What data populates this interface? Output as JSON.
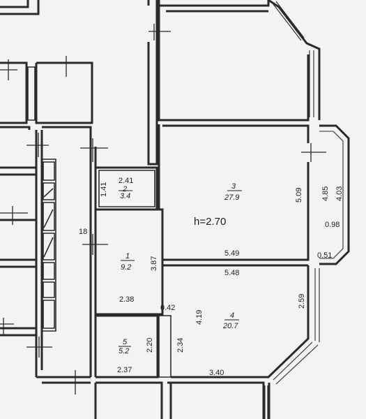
{
  "plan": {
    "ceiling_height": "h=2.70",
    "rooms": [
      {
        "number": "3",
        "area": "27.9"
      },
      {
        "number": "1",
        "area": "9.2"
      },
      {
        "number": "4",
        "area": "20.7"
      },
      {
        "number": "5",
        "area": "5.2"
      },
      {
        "number": "2",
        "area": "3.4"
      }
    ],
    "dimensions": {
      "d_2_41": "2.41",
      "d_1_41": "1.41",
      "d_18": "18",
      "d_5_09": "5.09",
      "d_4_85": "4.85",
      "d_4_03": "4.03",
      "d_0_98": "0.98",
      "d_5_49": "5.49",
      "d_0_51": "0.51",
      "d_5_48": "5.48",
      "d_3_87": "3.87",
      "d_2_38": "2.38",
      "d_0_42": "0.42",
      "d_4_19": "4.19",
      "d_2_59": "2.59",
      "d_2_20": "2.20",
      "d_2_34": "2.34",
      "d_2_37": "2.37",
      "d_3_40": "3.40"
    }
  }
}
